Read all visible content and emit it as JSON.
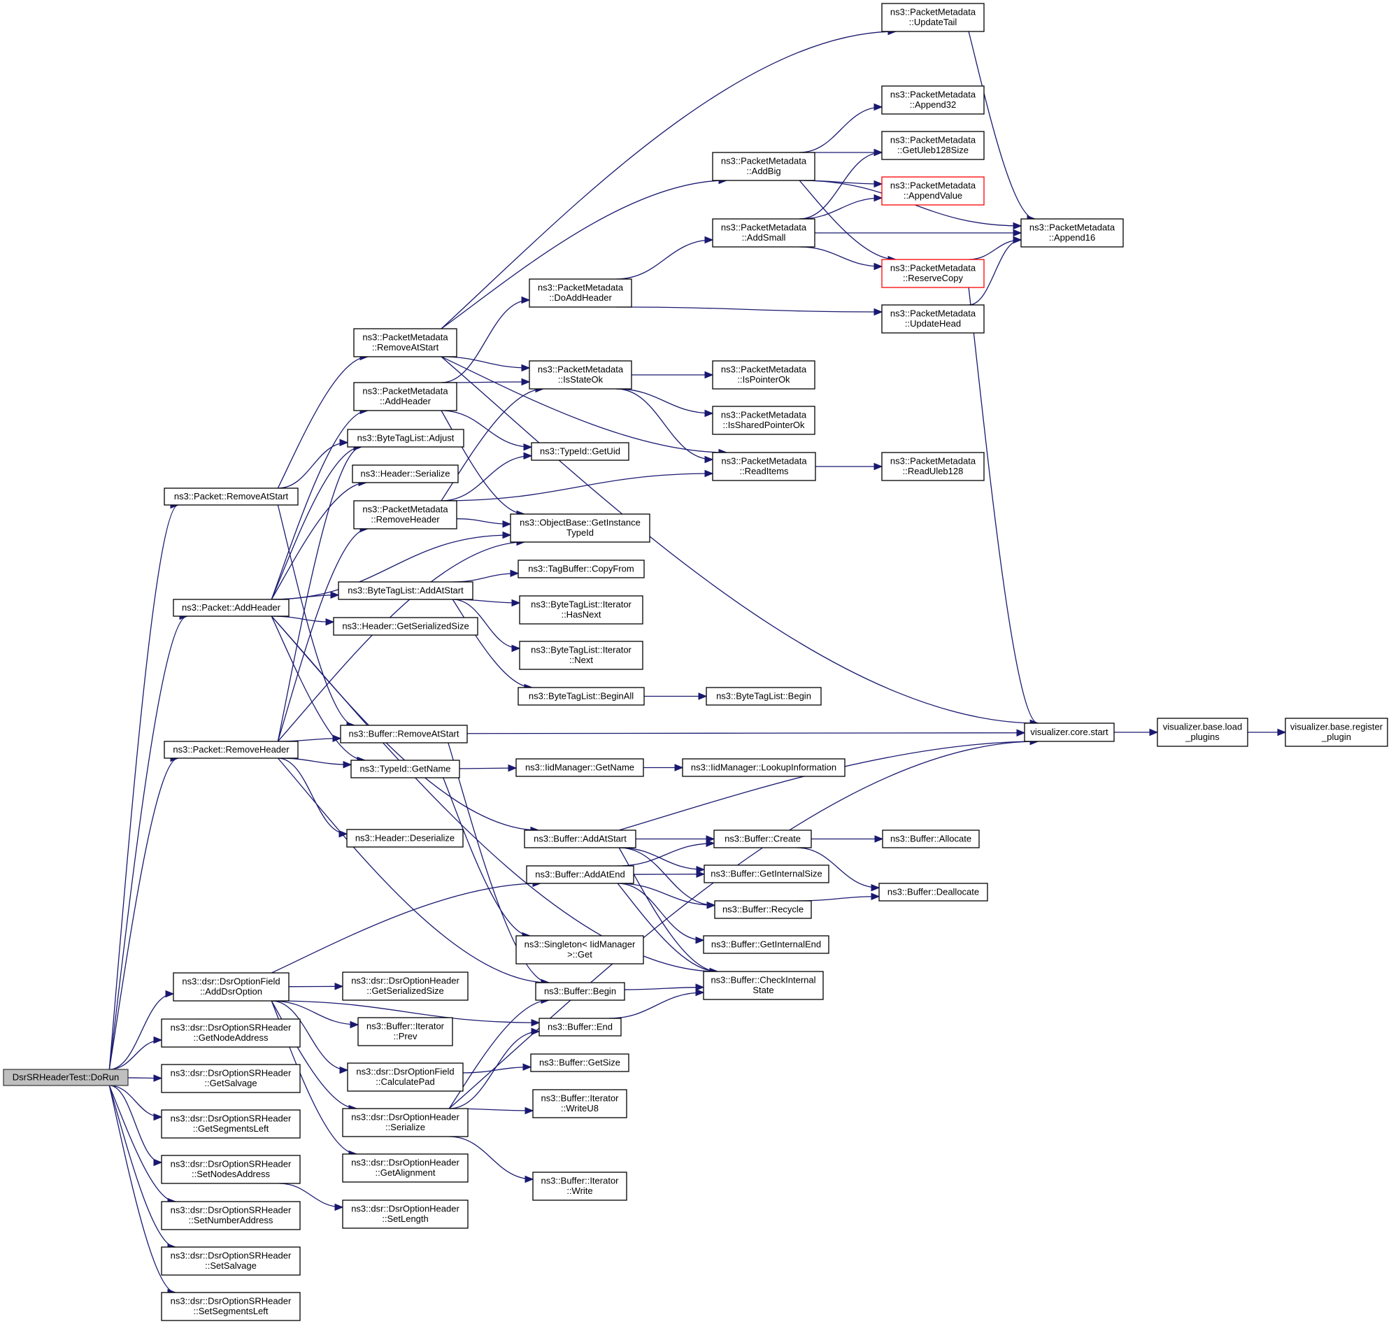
{
  "title": "DsrSRHeaderTest::DoRun call graph",
  "colors": {
    "edge": "#191970",
    "node_border": "#000000",
    "root_fill": "#bfbfbf",
    "truncated_border": "#ff0000",
    "background": "#ffffff"
  },
  "nodes": [
    {
      "id": "doRun",
      "lines": [
        "DsrSRHeaderTest::DoRun"
      ],
      "kind": "root"
    },
    {
      "id": "pktRemoveAtStart",
      "lines": [
        "ns3::Packet::RemoveAtStart"
      ]
    },
    {
      "id": "pktAddHeader",
      "lines": [
        "ns3::Packet::AddHeader"
      ]
    },
    {
      "id": "pktRemoveHeader",
      "lines": [
        "ns3::Packet::RemoveHeader"
      ]
    },
    {
      "id": "addDsrOption",
      "lines": [
        "ns3::dsr::DsrOptionField",
        "::AddDsrOption"
      ]
    },
    {
      "id": "srGetNodeAddress",
      "lines": [
        "ns3::dsr::DsrOptionSRHeader",
        "::GetNodeAddress"
      ]
    },
    {
      "id": "srGetSalvage",
      "lines": [
        "ns3::dsr::DsrOptionSRHeader",
        "::GetSalvage"
      ]
    },
    {
      "id": "srGetSegmentsLeft",
      "lines": [
        "ns3::dsr::DsrOptionSRHeader",
        "::GetSegmentsLeft"
      ]
    },
    {
      "id": "srSetNodesAddress",
      "lines": [
        "ns3::dsr::DsrOptionSRHeader",
        "::SetNodesAddress"
      ]
    },
    {
      "id": "srSetNumberAddress",
      "lines": [
        "ns3::dsr::DsrOptionSRHeader",
        "::SetNumberAddress"
      ]
    },
    {
      "id": "srSetSalvage",
      "lines": [
        "ns3::dsr::DsrOptionSRHeader",
        "::SetSalvage"
      ]
    },
    {
      "id": "srSetSegmentsLeft",
      "lines": [
        "ns3::dsr::DsrOptionSRHeader",
        "::SetSegmentsLeft"
      ]
    },
    {
      "id": "pmRemoveAtStart",
      "lines": [
        "ns3::PacketMetadata",
        "::RemoveAtStart"
      ]
    },
    {
      "id": "pmAddHeader",
      "lines": [
        "ns3::PacketMetadata",
        "::AddHeader"
      ]
    },
    {
      "id": "btlAdjust",
      "lines": [
        "ns3::ByteTagList::Adjust"
      ]
    },
    {
      "id": "hdrSerialize",
      "lines": [
        "ns3::Header::Serialize"
      ]
    },
    {
      "id": "pmRemoveHeader",
      "lines": [
        "ns3::PacketMetadata",
        "::RemoveHeader"
      ]
    },
    {
      "id": "btlAddAtStart",
      "lines": [
        "ns3::ByteTagList::AddAtStart"
      ]
    },
    {
      "id": "hdrGetSerializedSize",
      "lines": [
        "ns3::Header::GetSerializedSize"
      ]
    },
    {
      "id": "bufRemoveAtStart",
      "lines": [
        "ns3::Buffer::RemoveAtStart"
      ]
    },
    {
      "id": "typeIdGetName",
      "lines": [
        "ns3::TypeId::GetName"
      ]
    },
    {
      "id": "hdrDeserialize",
      "lines": [
        "ns3::Header::Deserialize"
      ]
    },
    {
      "id": "dohGetSerializedSize",
      "lines": [
        "ns3::dsr::DsrOptionHeader",
        "::GetSerializedSize"
      ]
    },
    {
      "id": "bufIterPrev",
      "lines": [
        "ns3::Buffer::Iterator",
        "::Prev"
      ]
    },
    {
      "id": "dofCalculatePad",
      "lines": [
        "ns3::dsr::DsrOptionField",
        "::CalculatePad"
      ]
    },
    {
      "id": "dohSerialize",
      "lines": [
        "ns3::dsr::DsrOptionHeader",
        "::Serialize"
      ]
    },
    {
      "id": "dohGetAlignment",
      "lines": [
        "ns3::dsr::DsrOptionHeader",
        "::GetAlignment"
      ]
    },
    {
      "id": "dohSetLength",
      "lines": [
        "ns3::dsr::DsrOptionHeader",
        "::SetLength"
      ]
    },
    {
      "id": "pmDoAddHeader",
      "lines": [
        "ns3::PacketMetadata",
        "::DoAddHeader"
      ]
    },
    {
      "id": "pmIsStateOk",
      "lines": [
        "ns3::PacketMetadata",
        "::IsStateOk"
      ]
    },
    {
      "id": "typeIdGetUid",
      "lines": [
        "ns3::TypeId::GetUid"
      ]
    },
    {
      "id": "objGetInstanceTypeId",
      "lines": [
        "ns3::ObjectBase::GetInstance",
        "TypeId"
      ]
    },
    {
      "id": "tagBufCopyFrom",
      "lines": [
        "ns3::TagBuffer::CopyFrom"
      ]
    },
    {
      "id": "btlIterHasNext",
      "lines": [
        "ns3::ByteTagList::Iterator",
        "::HasNext"
      ]
    },
    {
      "id": "btlIterNext",
      "lines": [
        "ns3::ByteTagList::Iterator",
        "::Next"
      ]
    },
    {
      "id": "btlBeginAll",
      "lines": [
        "ns3::ByteTagList::BeginAll"
      ]
    },
    {
      "id": "iidGetName",
      "lines": [
        "ns3::IidManager::GetName"
      ]
    },
    {
      "id": "bufAddAtStart",
      "lines": [
        "ns3::Buffer::AddAtStart"
      ]
    },
    {
      "id": "bufAddAtEnd",
      "lines": [
        "ns3::Buffer::AddAtEnd"
      ]
    },
    {
      "id": "singletonGet",
      "lines": [
        "ns3::Singleton< IidManager",
        ">::Get"
      ]
    },
    {
      "id": "bufBegin",
      "lines": [
        "ns3::Buffer::Begin"
      ]
    },
    {
      "id": "bufEnd",
      "lines": [
        "ns3::Buffer::End"
      ]
    },
    {
      "id": "bufGetSize",
      "lines": [
        "ns3::Buffer::GetSize"
      ]
    },
    {
      "id": "bufIterWriteU8",
      "lines": [
        "ns3::Buffer::Iterator",
        "::WriteU8"
      ]
    },
    {
      "id": "bufIterWrite",
      "lines": [
        "ns3::Buffer::Iterator",
        "::Write"
      ]
    },
    {
      "id": "pmAddBig",
      "lines": [
        "ns3::PacketMetadata",
        "::AddBig"
      ]
    },
    {
      "id": "pmAddSmall",
      "lines": [
        "ns3::PacketMetadata",
        "::AddSmall"
      ]
    },
    {
      "id": "pmIsPointerOk",
      "lines": [
        "ns3::PacketMetadata",
        "::IsPointerOk"
      ]
    },
    {
      "id": "pmIsSharedPointerOk",
      "lines": [
        "ns3::PacketMetadata",
        "::IsSharedPointerOk"
      ]
    },
    {
      "id": "pmReadItems",
      "lines": [
        "ns3::PacketMetadata",
        "::ReadItems"
      ]
    },
    {
      "id": "btlBegin",
      "lines": [
        "ns3::ByteTagList::Begin"
      ]
    },
    {
      "id": "iidLookupInformation",
      "lines": [
        "ns3::IidManager::LookupInformation"
      ]
    },
    {
      "id": "bufCreate",
      "lines": [
        "ns3::Buffer::Create"
      ]
    },
    {
      "id": "bufGetInternalSize",
      "lines": [
        "ns3::Buffer::GetInternalSize"
      ]
    },
    {
      "id": "bufRecycle",
      "lines": [
        "ns3::Buffer::Recycle"
      ]
    },
    {
      "id": "bufGetInternalEnd",
      "lines": [
        "ns3::Buffer::GetInternalEnd"
      ]
    },
    {
      "id": "bufCheckInternalState",
      "lines": [
        "ns3::Buffer::CheckInternal",
        "State"
      ]
    },
    {
      "id": "pmUpdateTail",
      "lines": [
        "ns3::PacketMetadata",
        "::UpdateTail"
      ]
    },
    {
      "id": "pmAppend32",
      "lines": [
        "ns3::PacketMetadata",
        "::Append32"
      ]
    },
    {
      "id": "pmGetUleb128Size",
      "lines": [
        "ns3::PacketMetadata",
        "::GetUleb128Size"
      ]
    },
    {
      "id": "pmAppendValue",
      "lines": [
        "ns3::PacketMetadata",
        "::AppendValue"
      ],
      "kind": "truncated"
    },
    {
      "id": "pmReserveCopy",
      "lines": [
        "ns3::PacketMetadata",
        "::ReserveCopy"
      ],
      "kind": "truncated"
    },
    {
      "id": "pmUpdateHead",
      "lines": [
        "ns3::PacketMetadata",
        "::UpdateHead"
      ]
    },
    {
      "id": "pmReadUleb128",
      "lines": [
        "ns3::PacketMetadata",
        "::ReadUleb128"
      ]
    },
    {
      "id": "bufAllocate",
      "lines": [
        "ns3::Buffer::Allocate"
      ]
    },
    {
      "id": "bufDeallocate",
      "lines": [
        "ns3::Buffer::Deallocate"
      ]
    },
    {
      "id": "pmAppend16",
      "lines": [
        "ns3::PacketMetadata",
        "::Append16"
      ]
    },
    {
      "id": "vizCoreStart",
      "lines": [
        "visualizer.core.start"
      ]
    },
    {
      "id": "vizLoadPlugins",
      "lines": [
        "visualizer.base.load",
        "_plugins"
      ]
    },
    {
      "id": "vizRegisterPlugin",
      "lines": [
        "visualizer.base.register",
        "_plugin"
      ]
    }
  ],
  "edges": [
    [
      "doRun",
      "pktRemoveAtStart"
    ],
    [
      "doRun",
      "pktAddHeader"
    ],
    [
      "doRun",
      "pktRemoveHeader"
    ],
    [
      "doRun",
      "addDsrOption"
    ],
    [
      "doRun",
      "srGetNodeAddress"
    ],
    [
      "doRun",
      "srGetSalvage"
    ],
    [
      "doRun",
      "srGetSegmentsLeft"
    ],
    [
      "doRun",
      "srSetNodesAddress"
    ],
    [
      "doRun",
      "srSetNumberAddress"
    ],
    [
      "doRun",
      "srSetSalvage"
    ],
    [
      "doRun",
      "srSetSegmentsLeft"
    ],
    [
      "pktRemoveAtStart",
      "pmRemoveAtStart"
    ],
    [
      "pktRemoveAtStart",
      "btlAdjust"
    ],
    [
      "pktRemoveAtStart",
      "bufRemoveAtStart"
    ],
    [
      "pktAddHeader",
      "pmAddHeader"
    ],
    [
      "pktAddHeader",
      "btlAdjust"
    ],
    [
      "pktAddHeader",
      "hdrSerialize"
    ],
    [
      "pktAddHeader",
      "objGetInstanceTypeId"
    ],
    [
      "pktAddHeader",
      "btlAddAtStart"
    ],
    [
      "pktAddHeader",
      "hdrGetSerializedSize"
    ],
    [
      "pktAddHeader",
      "typeIdGetName"
    ],
    [
      "pktAddHeader",
      "bufAddAtStart"
    ],
    [
      "pktAddHeader",
      "bufCheckInternalState"
    ],
    [
      "pktRemoveHeader",
      "pmRemoveHeader"
    ],
    [
      "pktRemoveHeader",
      "btlAdjust"
    ],
    [
      "pktRemoveHeader",
      "objGetInstanceTypeId"
    ],
    [
      "pktRemoveHeader",
      "bufRemoveAtStart"
    ],
    [
      "pktRemoveHeader",
      "typeIdGetName"
    ],
    [
      "pktRemoveHeader",
      "hdrDeserialize"
    ],
    [
      "pktRemoveHeader",
      "bufBegin"
    ],
    [
      "addDsrOption",
      "bufAddAtEnd"
    ],
    [
      "addDsrOption",
      "bufEnd"
    ],
    [
      "addDsrOption",
      "dohGetSerializedSize"
    ],
    [
      "addDsrOption",
      "bufIterPrev"
    ],
    [
      "addDsrOption",
      "dofCalculatePad"
    ],
    [
      "addDsrOption",
      "dohSerialize"
    ],
    [
      "addDsrOption",
      "dohGetAlignment"
    ],
    [
      "srSetNodesAddress",
      "dohSetLength"
    ],
    [
      "pmRemoveAtStart",
      "pmUpdateTail"
    ],
    [
      "pmRemoveAtStart",
      "pmAddBig"
    ],
    [
      "pmRemoveAtStart",
      "vizCoreStart"
    ],
    [
      "pmRemoveAtStart",
      "pmIsStateOk"
    ],
    [
      "pmRemoveAtStart",
      "pmReadItems"
    ],
    [
      "pmAddHeader",
      "pmDoAddHeader"
    ],
    [
      "pmAddHeader",
      "pmIsStateOk"
    ],
    [
      "pmAddHeader",
      "typeIdGetUid"
    ],
    [
      "pmAddHeader",
      "objGetInstanceTypeId"
    ],
    [
      "pmRemoveHeader",
      "pmIsStateOk"
    ],
    [
      "pmRemoveHeader",
      "typeIdGetUid"
    ],
    [
      "pmRemoveHeader",
      "pmReadItems"
    ],
    [
      "pmRemoveHeader",
      "objGetInstanceTypeId"
    ],
    [
      "btlAddAtStart",
      "tagBufCopyFrom"
    ],
    [
      "btlAddAtStart",
      "btlIterHasNext"
    ],
    [
      "btlAddAtStart",
      "btlIterNext"
    ],
    [
      "btlAddAtStart",
      "btlBeginAll"
    ],
    [
      "btlBeginAll",
      "btlBegin"
    ],
    [
      "bufRemoveAtStart",
      "vizCoreStart"
    ],
    [
      "bufRemoveAtStart",
      "bufBegin"
    ],
    [
      "typeIdGetName",
      "iidGetName"
    ],
    [
      "typeIdGetName",
      "singletonGet"
    ],
    [
      "iidGetName",
      "iidLookupInformation"
    ],
    [
      "dofCalculatePad",
      "bufGetSize"
    ],
    [
      "dohSerialize",
      "bufBegin"
    ],
    [
      "dohSerialize",
      "bufEnd"
    ],
    [
      "dohSerialize",
      "bufIterWriteU8"
    ],
    [
      "dohSerialize",
      "bufIterWrite"
    ],
    [
      "dohSerialize",
      "vizCoreStart"
    ],
    [
      "pmDoAddHeader",
      "pmAddSmall"
    ],
    [
      "pmDoAddHeader",
      "pmUpdateHead"
    ],
    [
      "pmIsStateOk",
      "pmIsPointerOk"
    ],
    [
      "pmIsStateOk",
      "pmIsSharedPointerOk"
    ],
    [
      "pmIsStateOk",
      "pmReadItems"
    ],
    [
      "pmReadItems",
      "pmReadUleb128"
    ],
    [
      "bufAddAtStart",
      "vizCoreStart"
    ],
    [
      "bufAddAtStart",
      "bufCreate"
    ],
    [
      "bufAddAtStart",
      "bufGetInternalSize"
    ],
    [
      "bufAddAtStart",
      "bufRecycle"
    ],
    [
      "bufAddAtStart",
      "bufCheckInternalState"
    ],
    [
      "bufAddAtEnd",
      "bufCreate"
    ],
    [
      "bufAddAtEnd",
      "bufGetInternalSize"
    ],
    [
      "bufAddAtEnd",
      "bufRecycle"
    ],
    [
      "bufAddAtEnd",
      "bufGetInternalEnd"
    ],
    [
      "bufAddAtEnd",
      "bufCheckInternalState"
    ],
    [
      "bufBegin",
      "bufCheckInternalState"
    ],
    [
      "bufEnd",
      "bufCheckInternalState"
    ],
    [
      "pmAddBig",
      "pmAppend32"
    ],
    [
      "pmAddBig",
      "pmGetUleb128Size"
    ],
    [
      "pmAddBig",
      "pmAppendValue"
    ],
    [
      "pmAddBig",
      "pmReserveCopy"
    ],
    [
      "pmAddBig",
      "pmAppend16"
    ],
    [
      "pmAddSmall",
      "pmGetUleb128Size"
    ],
    [
      "pmAddSmall",
      "pmAppendValue"
    ],
    [
      "pmAddSmall",
      "pmAppend16"
    ],
    [
      "pmAddSmall",
      "pmReserveCopy"
    ],
    [
      "bufCreate",
      "bufAllocate"
    ],
    [
      "bufCreate",
      "bufDeallocate"
    ],
    [
      "bufRecycle",
      "bufDeallocate"
    ],
    [
      "pmUpdateTail",
      "pmAppend16"
    ],
    [
      "pmReserveCopy",
      "pmAppend16"
    ],
    [
      "pmReserveCopy",
      "vizCoreStart"
    ],
    [
      "pmUpdateHead",
      "pmAppend16"
    ],
    [
      "vizCoreStart",
      "vizLoadPlugins"
    ],
    [
      "vizLoadPlugins",
      "vizRegisterPlugin"
    ]
  ]
}
